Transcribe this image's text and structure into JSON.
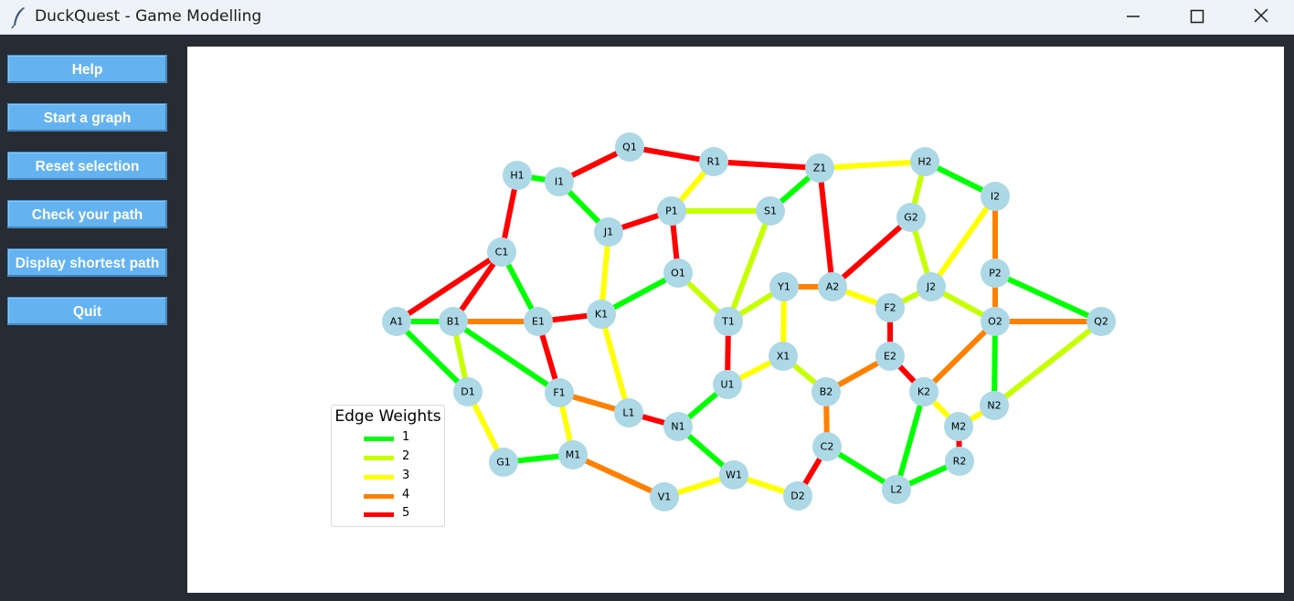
{
  "window": {
    "title": "DuckQuest - Game Modelling",
    "app_icon": "feather-icon",
    "controls": [
      "minimize-icon",
      "maximize-icon",
      "close-icon"
    ]
  },
  "sidebar": {
    "buttons": [
      {
        "label": "Help"
      },
      {
        "label": "Start a graph"
      },
      {
        "label": "Reset selection"
      },
      {
        "label": "Check your path"
      },
      {
        "label": "Display shortest path"
      },
      {
        "label": "Quit"
      }
    ]
  },
  "weight_colors": {
    "1": "#00ff00",
    "2": "#c5ff00",
    "3": "#ffff00",
    "4": "#ff8000",
    "5": "#ff0000"
  },
  "legend": {
    "title": "Edge Weights",
    "items": [
      {
        "label": "1",
        "color": "#00ff00"
      },
      {
        "label": "2",
        "color": "#c5ff00"
      },
      {
        "label": "3",
        "color": "#ffff00"
      },
      {
        "label": "4",
        "color": "#ff8000"
      },
      {
        "label": "5",
        "color": "#ff0000"
      }
    ]
  },
  "graph": {
    "nodes": [
      "A1",
      "B1",
      "C1",
      "D1",
      "E1",
      "F1",
      "G1",
      "H1",
      "I1",
      "J1",
      "K1",
      "L1",
      "M1",
      "N1",
      "O1",
      "P1",
      "Q1",
      "R1",
      "S1",
      "T1",
      "U1",
      "V1",
      "W1",
      "X1",
      "Y1",
      "Z1",
      "A2",
      "B2",
      "C2",
      "D2",
      "E2",
      "F2",
      "G2",
      "H2",
      "I2",
      "J2",
      "K2",
      "L2",
      "M2",
      "N2",
      "O2",
      "P2",
      "Q2",
      "R2"
    ],
    "edges": [
      {
        "from": "A1",
        "to": "B1",
        "weight": 1
      },
      {
        "from": "A1",
        "to": "C1",
        "weight": 5
      },
      {
        "from": "A1",
        "to": "D1",
        "weight": 1
      },
      {
        "from": "B1",
        "to": "C1",
        "weight": 5
      },
      {
        "from": "B1",
        "to": "E1",
        "weight": 4
      },
      {
        "from": "B1",
        "to": "D1",
        "weight": 2
      },
      {
        "from": "B1",
        "to": "F1",
        "weight": 1
      },
      {
        "from": "C1",
        "to": "E1",
        "weight": 1
      },
      {
        "from": "C1",
        "to": "H1",
        "weight": 5
      },
      {
        "from": "D1",
        "to": "G1",
        "weight": 3
      },
      {
        "from": "G1",
        "to": "M1",
        "weight": 1
      },
      {
        "from": "E1",
        "to": "F1",
        "weight": 5
      },
      {
        "from": "E1",
        "to": "K1",
        "weight": 5
      },
      {
        "from": "F1",
        "to": "M1",
        "weight": 3
      },
      {
        "from": "F1",
        "to": "L1",
        "weight": 4
      },
      {
        "from": "H1",
        "to": "I1",
        "weight": 1
      },
      {
        "from": "I1",
        "to": "Q1",
        "weight": 5
      },
      {
        "from": "I1",
        "to": "J1",
        "weight": 1
      },
      {
        "from": "J1",
        "to": "P1",
        "weight": 5
      },
      {
        "from": "J1",
        "to": "K1",
        "weight": 3
      },
      {
        "from": "K1",
        "to": "O1",
        "weight": 1
      },
      {
        "from": "K1",
        "to": "L1",
        "weight": 3
      },
      {
        "from": "L1",
        "to": "N1",
        "weight": 5
      },
      {
        "from": "M1",
        "to": "V1",
        "weight": 4
      },
      {
        "from": "N1",
        "to": "U1",
        "weight": 1
      },
      {
        "from": "N1",
        "to": "W1",
        "weight": 1
      },
      {
        "from": "Q1",
        "to": "R1",
        "weight": 5
      },
      {
        "from": "R1",
        "to": "P1",
        "weight": 3
      },
      {
        "from": "R1",
        "to": "Z1",
        "weight": 5
      },
      {
        "from": "P1",
        "to": "S1",
        "weight": 2
      },
      {
        "from": "P1",
        "to": "O1",
        "weight": 5
      },
      {
        "from": "O1",
        "to": "T1",
        "weight": 2
      },
      {
        "from": "S1",
        "to": "Z1",
        "weight": 1
      },
      {
        "from": "S1",
        "to": "T1",
        "weight": 2
      },
      {
        "from": "T1",
        "to": "Y1",
        "weight": 2
      },
      {
        "from": "T1",
        "to": "U1",
        "weight": 5
      },
      {
        "from": "U1",
        "to": "X1",
        "weight": 3
      },
      {
        "from": "V1",
        "to": "W1",
        "weight": 3
      },
      {
        "from": "W1",
        "to": "D2",
        "weight": 3
      },
      {
        "from": "Y1",
        "to": "A2",
        "weight": 4
      },
      {
        "from": "Y1",
        "to": "X1",
        "weight": 3
      },
      {
        "from": "X1",
        "to": "B2",
        "weight": 2
      },
      {
        "from": "Z1",
        "to": "A2",
        "weight": 5
      },
      {
        "from": "Z1",
        "to": "H2",
        "weight": 3
      },
      {
        "from": "A2",
        "to": "G2",
        "weight": 5
      },
      {
        "from": "A2",
        "to": "F2",
        "weight": 3
      },
      {
        "from": "B2",
        "to": "E2",
        "weight": 4
      },
      {
        "from": "B2",
        "to": "C2",
        "weight": 4
      },
      {
        "from": "C2",
        "to": "D2",
        "weight": 5
      },
      {
        "from": "C2",
        "to": "L2",
        "weight": 1
      },
      {
        "from": "F2",
        "to": "J2",
        "weight": 2
      },
      {
        "from": "F2",
        "to": "E2",
        "weight": 5
      },
      {
        "from": "E2",
        "to": "K2",
        "weight": 5
      },
      {
        "from": "H2",
        "to": "G2",
        "weight": 2
      },
      {
        "from": "H2",
        "to": "I2",
        "weight": 1
      },
      {
        "from": "G2",
        "to": "J2",
        "weight": 2
      },
      {
        "from": "I2",
        "to": "J2",
        "weight": 3
      },
      {
        "from": "I2",
        "to": "P2",
        "weight": 4
      },
      {
        "from": "J2",
        "to": "O2",
        "weight": 2
      },
      {
        "from": "P2",
        "to": "O2",
        "weight": 4
      },
      {
        "from": "P2",
        "to": "Q2",
        "weight": 1
      },
      {
        "from": "O2",
        "to": "Q2",
        "weight": 4
      },
      {
        "from": "O2",
        "to": "K2",
        "weight": 4
      },
      {
        "from": "O2",
        "to": "N2",
        "weight": 1
      },
      {
        "from": "Q2",
        "to": "N2",
        "weight": 2
      },
      {
        "from": "N2",
        "to": "M2",
        "weight": 3
      },
      {
        "from": "K2",
        "to": "M2",
        "weight": 3
      },
      {
        "from": "K2",
        "to": "L2",
        "weight": 1
      },
      {
        "from": "M2",
        "to": "R2",
        "weight": 5
      },
      {
        "from": "R2",
        "to": "L2",
        "weight": 1
      }
    ]
  }
}
